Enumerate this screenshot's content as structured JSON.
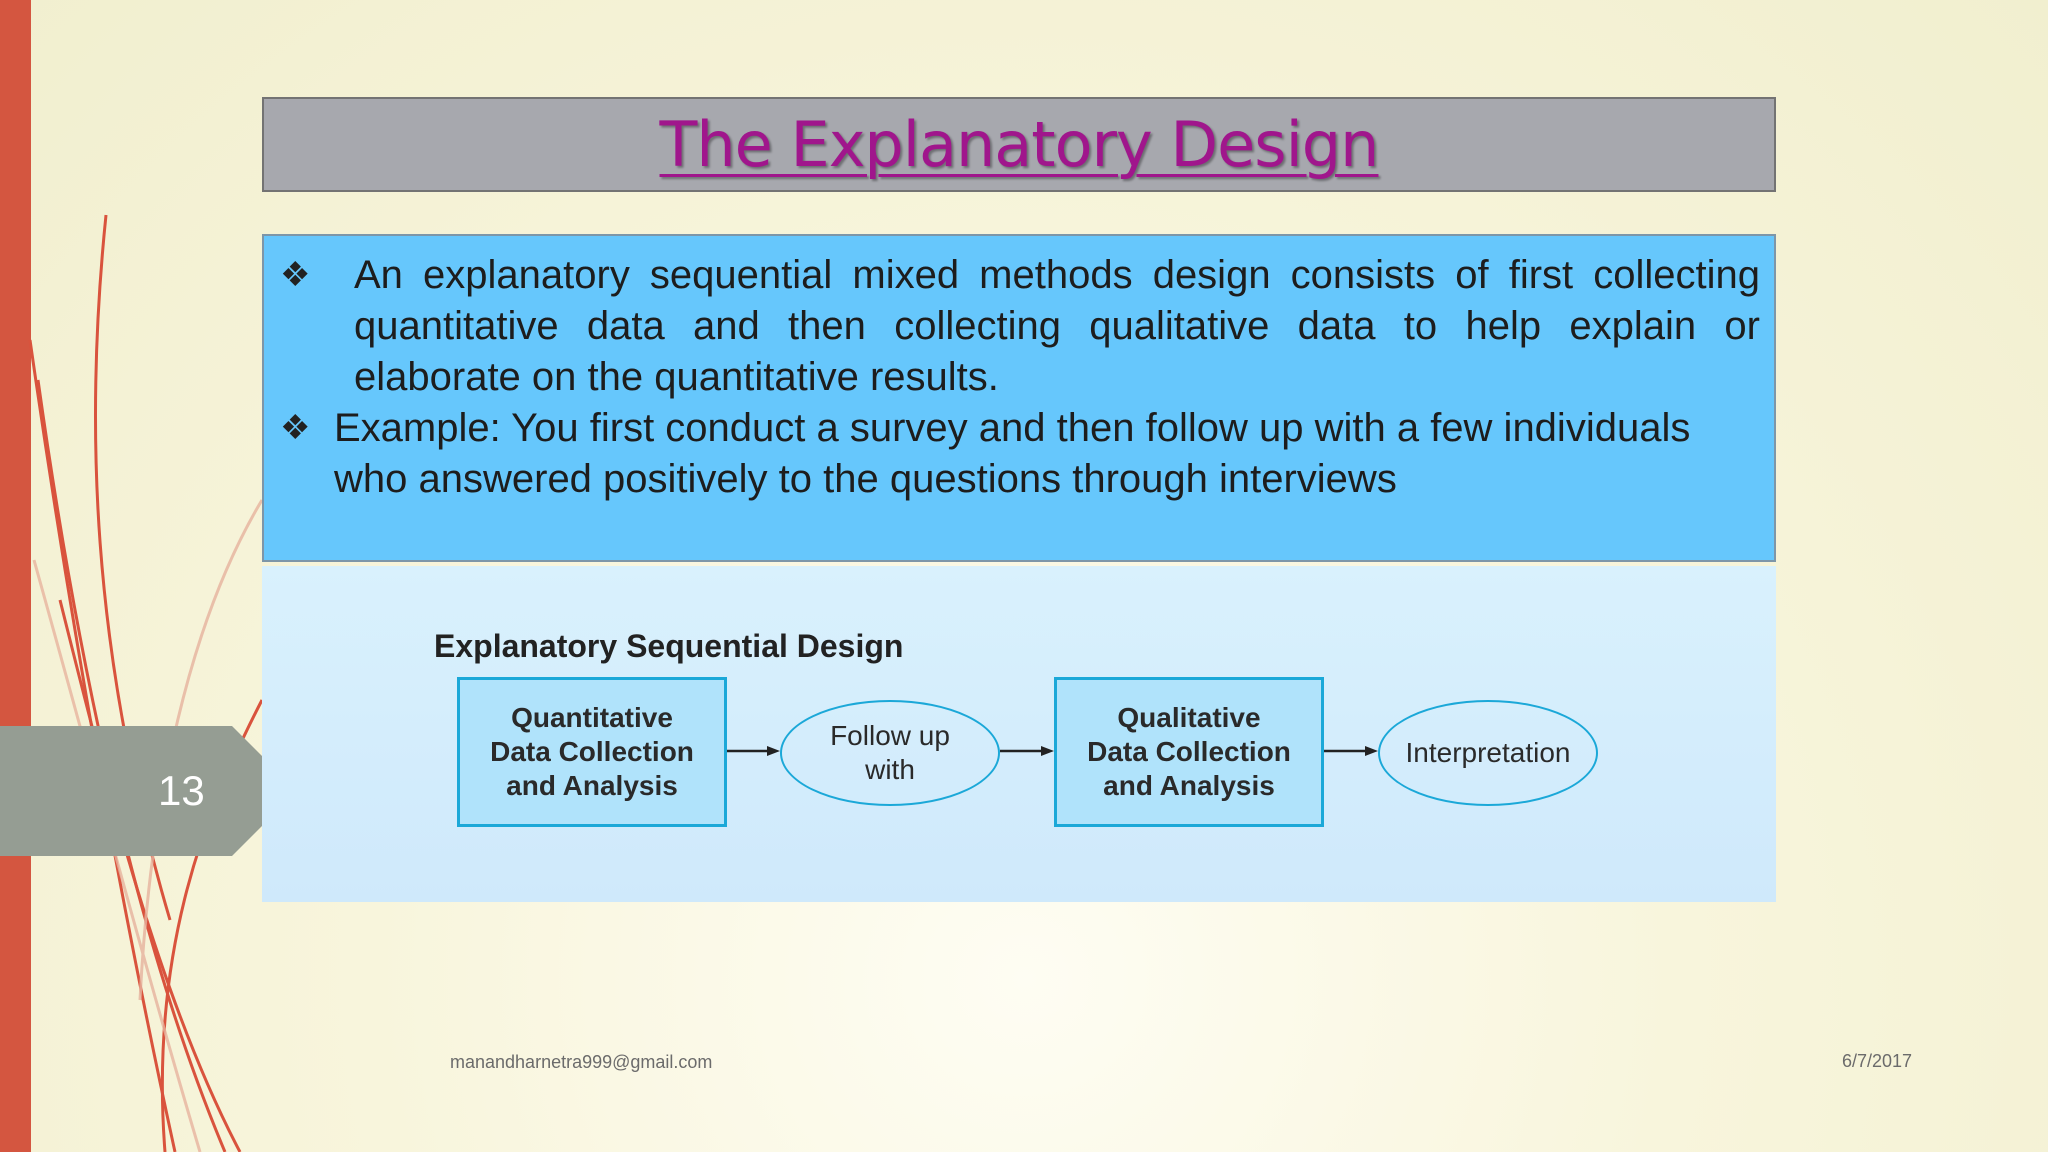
{
  "slide": {
    "title": "The Explanatory Design",
    "number": "13",
    "bullets": [
      {
        "text": "An explanatory sequential mixed methods design consists of first collecting quantitative data and then collecting qualitative data to help explain or elaborate on the quantitative results.",
        "marker_icon": "four-diamond-bullet-icon"
      },
      {
        "text": "Example: You first conduct a survey and then follow up with a few individuals who answered positively to the questions through interviews",
        "marker_icon": "four-diamond-bullet-icon"
      }
    ],
    "marker_glyph": "❖"
  },
  "diagram": {
    "title": "Explanatory Sequential Design",
    "nodes": [
      {
        "id": "quant",
        "shape": "rectangle",
        "label": "Quantitative\nData Collection\nand Analysis"
      },
      {
        "id": "follow",
        "shape": "oval",
        "label": "Follow up\nwith"
      },
      {
        "id": "qual",
        "shape": "rectangle",
        "label": "Qualitative\nData Collection\nand Analysis"
      },
      {
        "id": "interp",
        "shape": "oval",
        "label": "Interpretation"
      }
    ],
    "edges": [
      {
        "from": "quant",
        "to": "follow"
      },
      {
        "from": "follow",
        "to": "qual"
      },
      {
        "from": "qual",
        "to": "interp"
      }
    ]
  },
  "footer": {
    "email": "manandharnetra999@gmail.com",
    "date": "6/7/2017"
  },
  "colors": {
    "accent_red": "#d45640",
    "title_magenta": "#a0168c",
    "bullet_box": "#66c7fc",
    "diagram_border": "#1ba8d8",
    "number_tag": "#959d93"
  }
}
